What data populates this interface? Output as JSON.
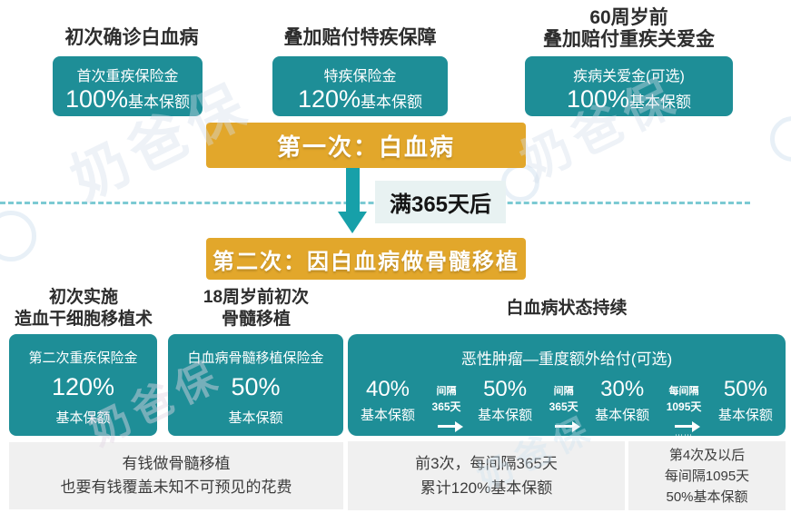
{
  "watermark_text": "奶爸保",
  "colors": {
    "teal": "#1E8E97",
    "gold": "#E2A72B",
    "dash_line": "#7CCAD3",
    "footer_bg": "#F0F0F0",
    "interval_label_bg": "#E8F2F2"
  },
  "top": {
    "col1": {
      "title": "初次确诊白血病",
      "benefit": "首次重疾保险金",
      "percent": "100%",
      "unit": "基本保额"
    },
    "col2": {
      "title": "叠加赔付特疾保障",
      "benefit": "特疾保险金",
      "percent": "120%",
      "unit": "基本保额"
    },
    "col3": {
      "title_line1": "60周岁前",
      "title_line2": "叠加赔付重疾关爱金",
      "benefit": "疾病关爱金(可选)",
      "percent": "100%",
      "unit": "基本保额"
    }
  },
  "flow": {
    "banner1": "第一次：白血病",
    "interval": "满365天后",
    "banner2": "第二次：因白血病做骨髓移植"
  },
  "bottom": {
    "col1": {
      "title_line1": "初次实施",
      "title_line2": "造血干细胞移植术",
      "benefit": "第二次重疾保险金",
      "percent": "120%",
      "unit": "基本保额"
    },
    "col2": {
      "title_line1": "18周岁前初次",
      "title_line2": "骨髓移植",
      "benefit": "白血病骨髓移植保险金",
      "percent": "50%",
      "unit": "基本保额"
    },
    "col3": {
      "title": "白血病状态持续",
      "box_title": "恶性肿瘤—重度额外给付(可选)",
      "steps": [
        {
          "percent": "40%",
          "unit": "基本保额"
        },
        {
          "percent": "50%",
          "unit": "基本保额"
        },
        {
          "percent": "30%",
          "unit": "基本保额"
        },
        {
          "percent": "50%",
          "unit": "基本保额"
        }
      ],
      "gaps": [
        {
          "line1": "间隔",
          "line2": "365天",
          "dots": ""
        },
        {
          "line1": "间隔",
          "line2": "365天",
          "dots": ""
        },
        {
          "line1": "每间隔",
          "line2": "1095天",
          "dots": "⋯⋯"
        }
      ]
    }
  },
  "footnotes": {
    "left_line1": "有钱做骨髓移植",
    "left_line2": "也要有钱覆盖未知不可预见的花费",
    "middle_line1": "前3次，每间隔365天",
    "middle_line2": "累计120%基本保额",
    "right_line1": "第4次及以后",
    "right_line2": "每间隔1095天",
    "right_line3": "50%基本保额"
  }
}
